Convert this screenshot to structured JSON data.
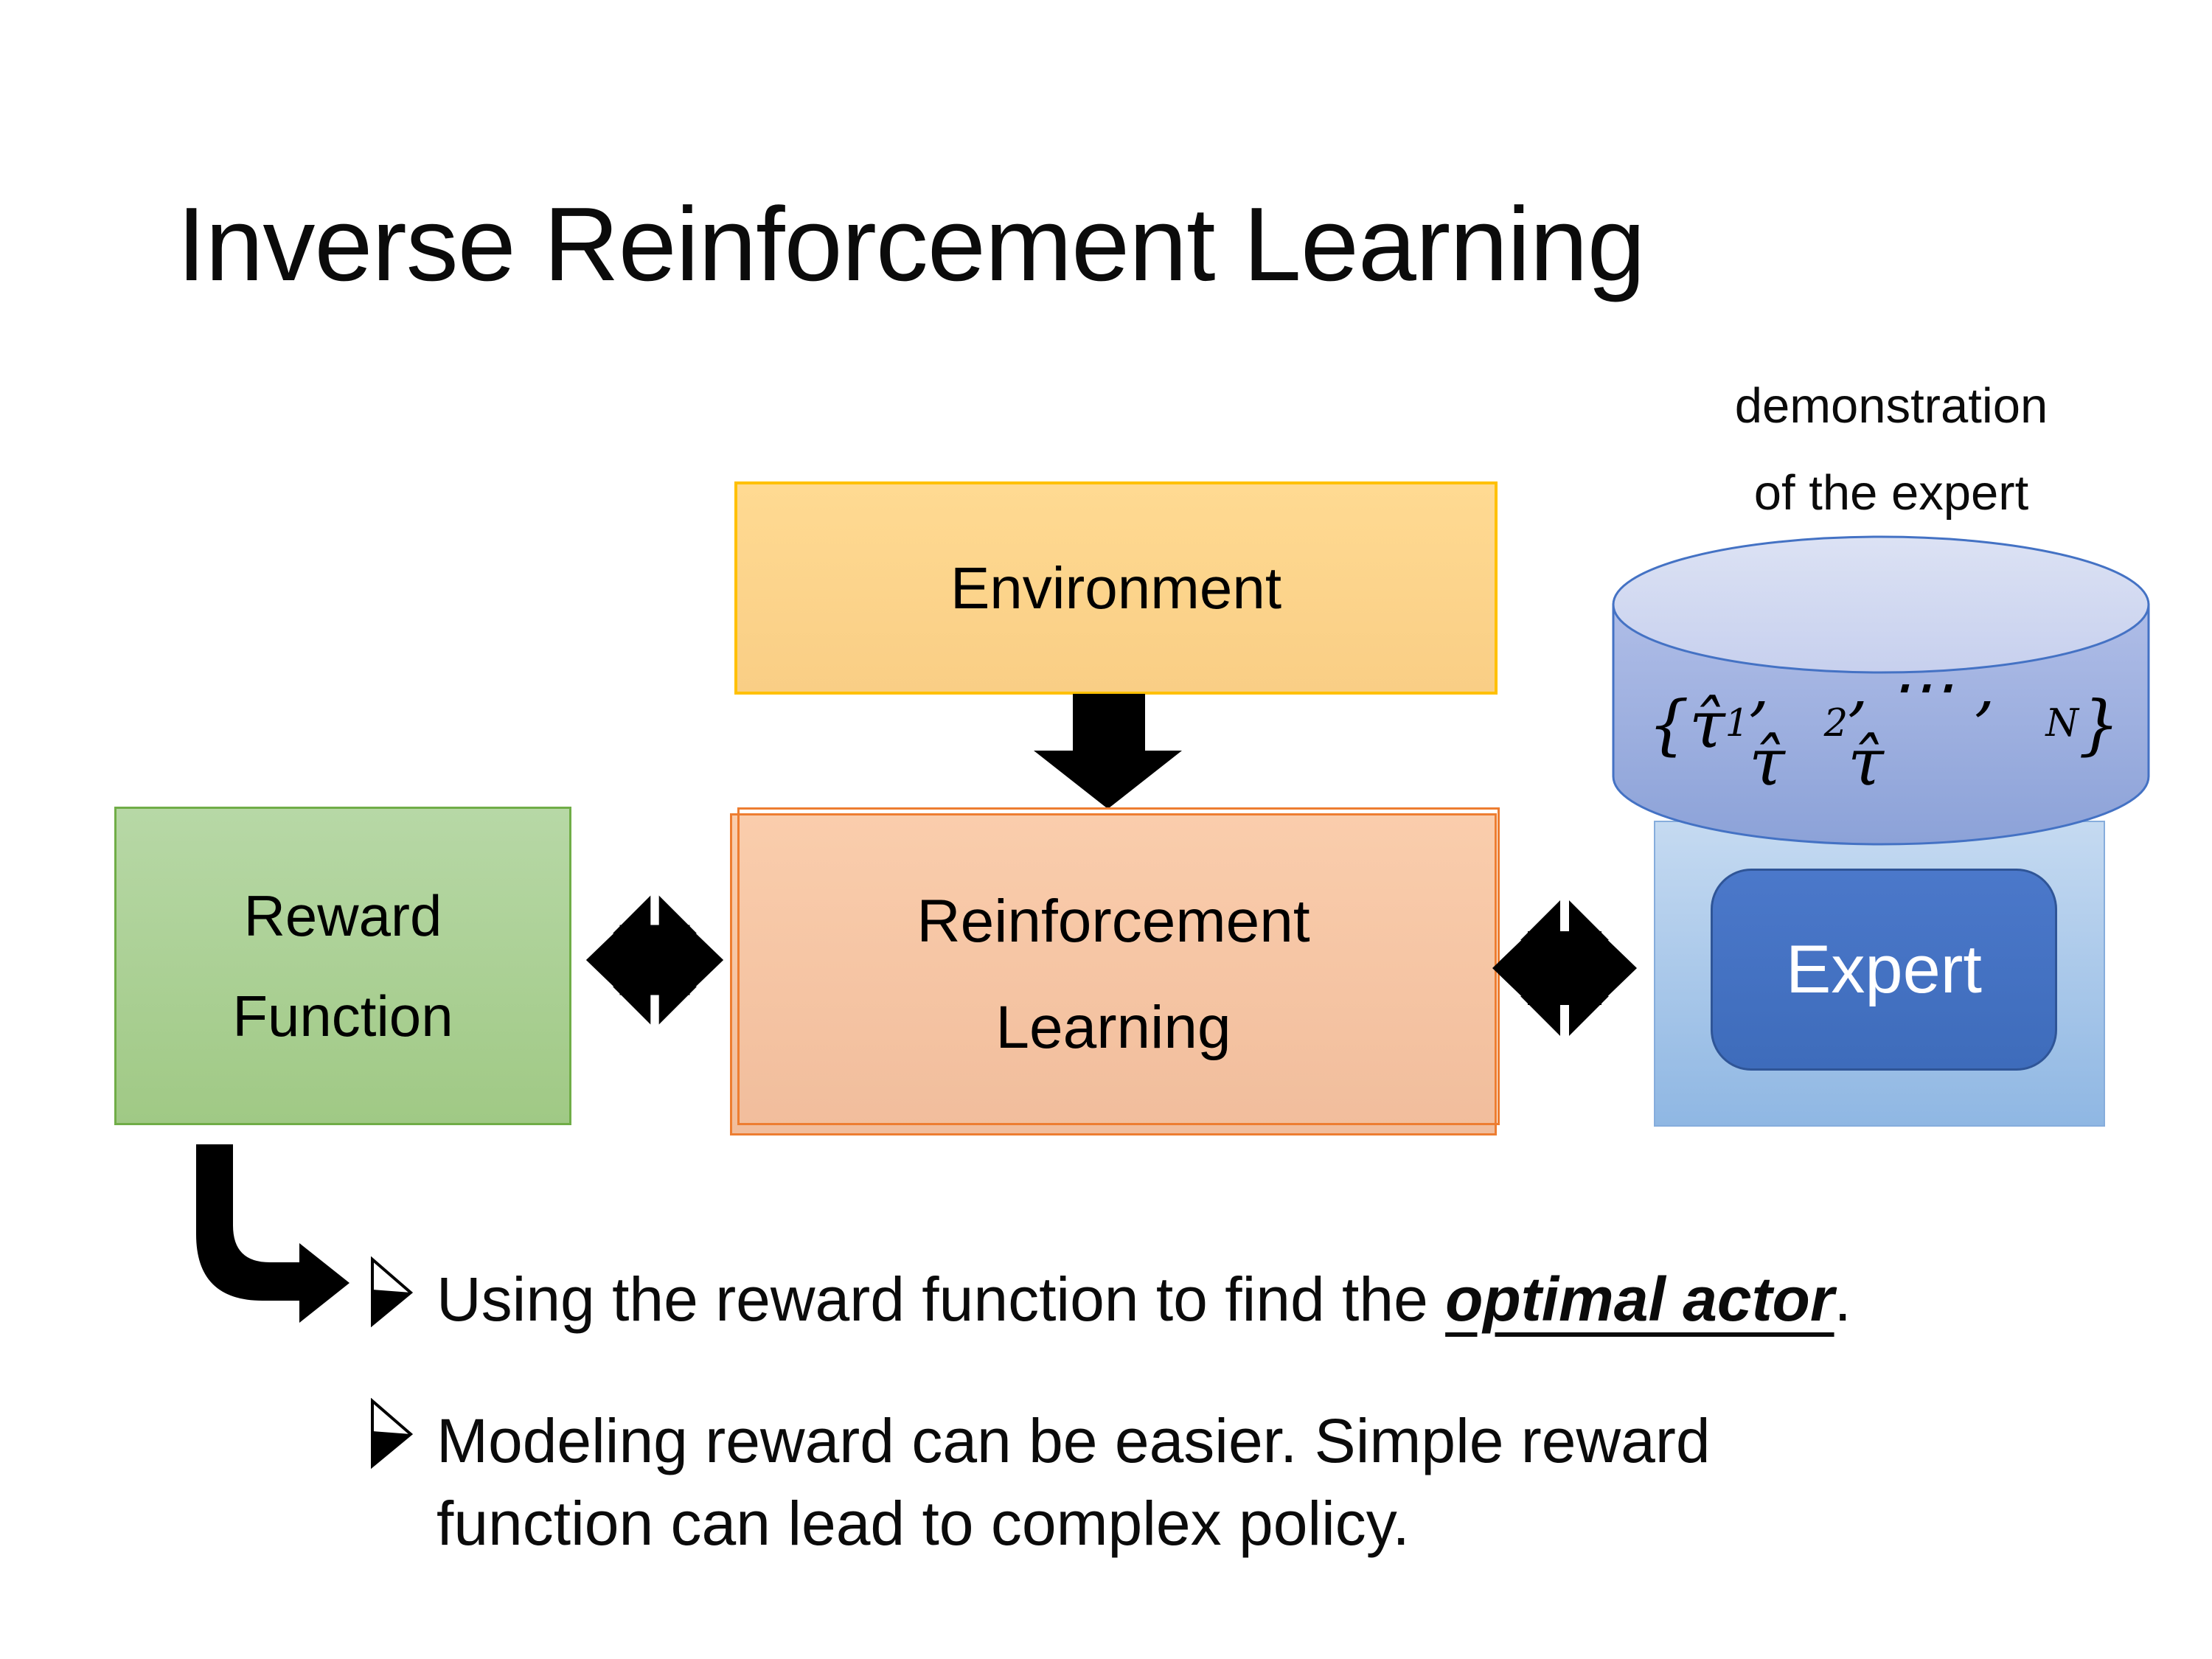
{
  "slide": {
    "title": "Inverse Reinforcement Learning"
  },
  "demo_label": {
    "line1": "demonstration",
    "line2": "of the expert"
  },
  "boxes": {
    "environment": {
      "label": "Environment"
    },
    "reward_function": {
      "label": "Reward\nFunction"
    },
    "reinforcement_learning": {
      "label": "Reinforcement\nLearning"
    },
    "expert": {
      "label": "Expert"
    }
  },
  "cylinder": {
    "formula_segments": [
      {
        "base": "{τ̂",
        "sub": "1"
      },
      {
        "base": ", τ̂",
        "sub": "2"
      },
      {
        "base": ", ⋯ , τ̂",
        "sub": "N"
      },
      {
        "base": "}",
        "sub": ""
      }
    ]
  },
  "bullets": [
    {
      "segments": [
        {
          "text": "Using the reward function to find the ",
          "emphasis": false
        },
        {
          "text": "optimal actor",
          "emphasis": true
        },
        {
          "text": ".",
          "emphasis": false
        }
      ]
    },
    {
      "segments": [
        {
          "text": "Modeling reward can be easier. Simple reward function can lead to complex policy.",
          "emphasis": false
        }
      ]
    }
  ],
  "colors": {
    "environment_border": "#FFC000",
    "environment_fill": "#FBD48B",
    "reward_border": "#70AD47",
    "reward_fill": "#ACD295",
    "rl_border": "#ED7D31",
    "rl_fill": "#F6C5A4",
    "expert_button_fill": "#4472C4",
    "expert_button_border": "#2F5597",
    "expert_container_fill": "#A9C9EA",
    "cylinder_fill": "#96A9DC",
    "cylinder_stroke": "#4472C4",
    "arrow_color": "#000000"
  }
}
